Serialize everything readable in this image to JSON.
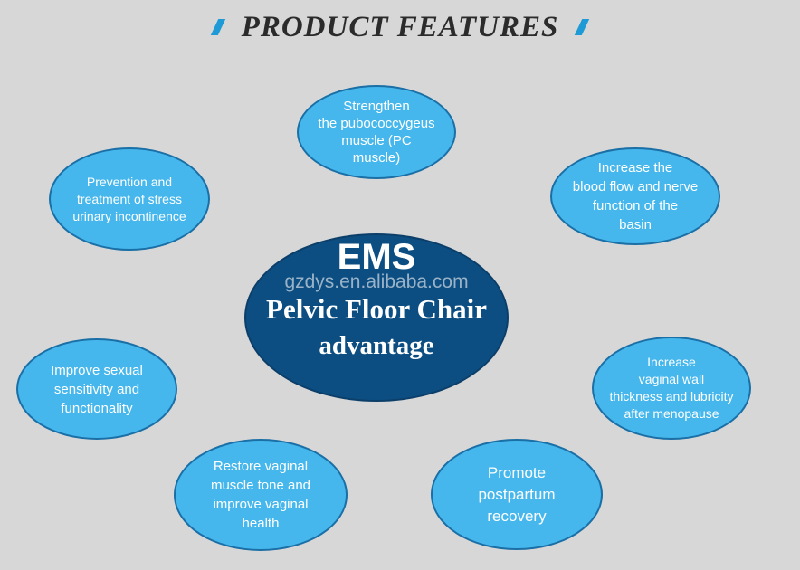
{
  "title": "PRODUCT FEATURES",
  "center": {
    "line1": "EMS",
    "watermark": "gzdys.en.alibaba.com",
    "line2": "Pelvic Floor Chair",
    "line3": "advantage"
  },
  "features": [
    "Strengthen\nthe pubococcygeus\nmuscle (PC\nmuscle)",
    "Increase the\nblood flow and nerve\nfunction of the\nbasin",
    "Increase\nvaginal wall\nthickness and lubricity\nafter menopause",
    "Promote\npostpartum\nrecovery",
    "Restore vaginal\nmuscle tone and\nimprove vaginal\nhealth",
    "Improve sexual\nsensitivity and\nfunctionality",
    "Prevention and\ntreatment of stress\nurinary incontinence"
  ],
  "colors": {
    "background": "#d7d7d7",
    "bubble_fill": "#45b7ec",
    "bubble_border": "#1a6fa6",
    "center_fill": "#0d4e82",
    "accent": "#1e9ad6"
  }
}
